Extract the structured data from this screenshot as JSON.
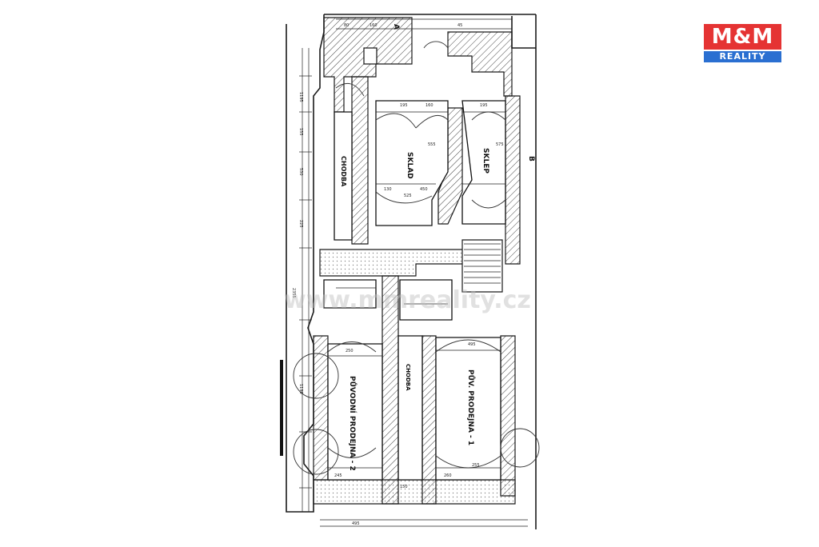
{
  "logo": {
    "top_text": "M&M",
    "bottom_text": "REALITY",
    "top_color": "#e53333",
    "bottom_color": "#2a6fd1"
  },
  "watermark": {
    "text": "www.mmreality.cz"
  },
  "rooms": {
    "sklad": "SKLAD",
    "sklep": "SKLEP",
    "chodba_upper": "CHODBA",
    "chodba_middle": "CHODBA",
    "puvodni_prodejna": "PŮVODNÍ PRODEJNA - 2",
    "puv_prodejna": "PŮV. PRODEJNA - 1"
  },
  "markers": {
    "section_a": "A",
    "section_b": "B"
  },
  "dimensions": {
    "top_1": "80",
    "top_2": "160",
    "top_3": "195",
    "top_4": "160",
    "top_5": "45",
    "top_6": "195",
    "mid_1": "130",
    "mid_2": "450",
    "mid_3": "555",
    "mid_4": "575",
    "bottom_1": "245",
    "bottom_2": "260",
    "bottom_3": "495",
    "bottom_4": "255",
    "left_1": "1195",
    "left_2": "155",
    "left_3": "530",
    "left_4": "225",
    "left_5": "1190",
    "left_6": "2355",
    "upper_room_width": "525",
    "chodba_width": "150",
    "prodejna_1_span": "495",
    "prodejna_2_span": "250"
  }
}
